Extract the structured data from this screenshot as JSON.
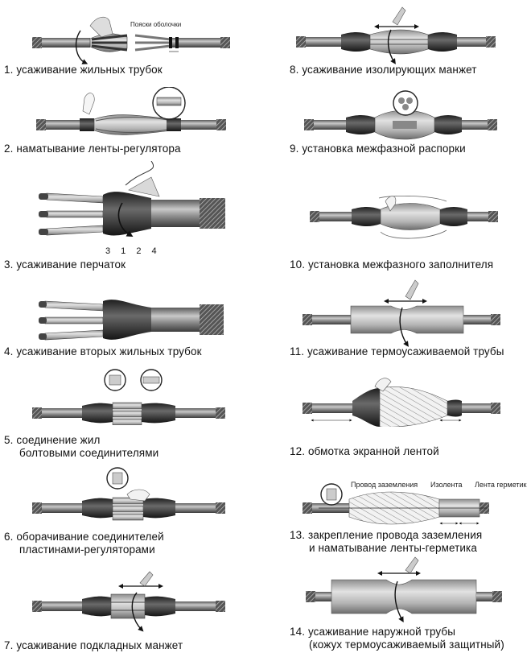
{
  "steps": [
    {
      "n": "1.",
      "line1": "усаживание жильных трубок",
      "line2": ""
    },
    {
      "n": "2.",
      "line1": "наматывание ленты-регулятора",
      "line2": ""
    },
    {
      "n": "3.",
      "line1": "усаживание перчаток",
      "line2": ""
    },
    {
      "n": "4.",
      "line1": "усаживание вторых жильных трубок",
      "line2": ""
    },
    {
      "n": "5.",
      "line1": "соединение жил",
      "line2": "болтовыми соединителями"
    },
    {
      "n": "6.",
      "line1": "оборачивание соединителей",
      "line2": "пластинами-регуляторами"
    },
    {
      "n": "7.",
      "line1": "усаживание подкладных манжет",
      "line2": ""
    },
    {
      "n": "8.",
      "line1": "усаживание изолирующих манжет",
      "line2": ""
    },
    {
      "n": "9.",
      "line1": "установка межфазной распорки",
      "line2": ""
    },
    {
      "n": "10.",
      "line1": "установка межфазного заполнителя",
      "line2": ""
    },
    {
      "n": "11.",
      "line1": "усаживание термоусаживаемой трубы",
      "line2": ""
    },
    {
      "n": "12.",
      "line1": "обмотка экранной лентой",
      "line2": ""
    },
    {
      "n": "13.",
      "line1": "закрепление провода заземления",
      "line2": "и наматывание ленты-герметика"
    },
    {
      "n": "14.",
      "line1": "усаживание наружной трубы",
      "line2": "(кожух термоусаживаемый защитный)"
    }
  ],
  "labels": {
    "belts": "Пояски оболочки",
    "glove_order": "3 1 2 4",
    "ground_wire": "Провод заземления",
    "tape": "Изолента",
    "sealant_tape": "Лента герметик"
  }
}
